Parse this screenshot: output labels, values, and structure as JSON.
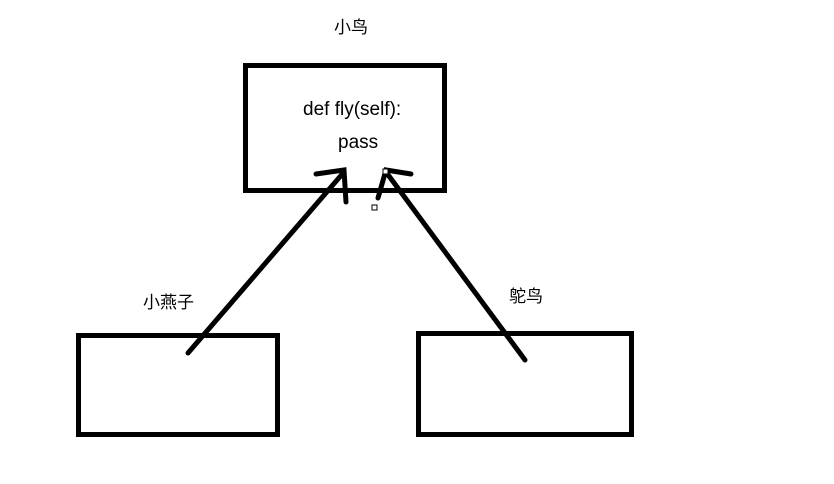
{
  "diagram": {
    "parent": {
      "title": "小鸟",
      "code_line_1": "def fly(self):",
      "code_line_2": "pass"
    },
    "child_left": {
      "title": "小燕子"
    },
    "child_right": {
      "title": "鸵鸟"
    },
    "colors": {
      "stroke": "#000000",
      "background": "#ffffff"
    }
  }
}
